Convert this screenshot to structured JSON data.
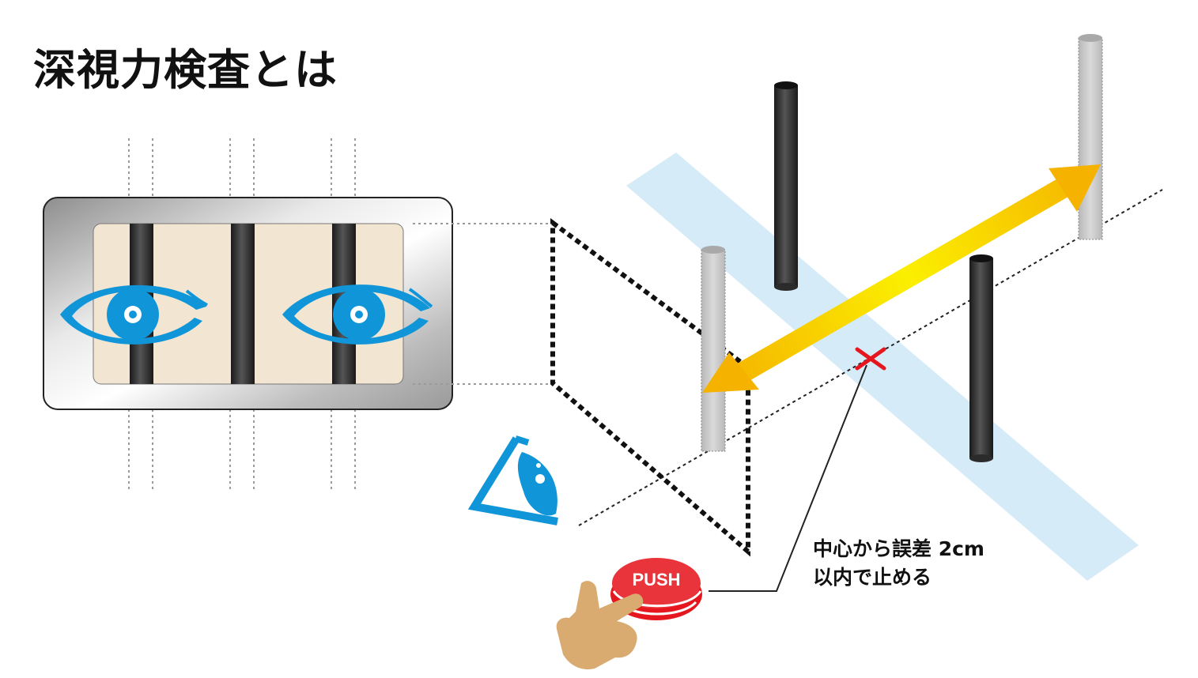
{
  "title": "深視力検査とは",
  "note": {
    "line1": "中心から誤差 2cm",
    "line2": "以内で止める"
  },
  "push_button": {
    "label": "PUSH"
  },
  "colors": {
    "eye_blue": "#1096d8",
    "arrow_yellow": "#f8e800",
    "arrow_orange": "#f5b300",
    "track_blue": "#d6ebf8",
    "mark_red": "#e5161e",
    "button_red": "#e5161e",
    "hand_tan": "#d9ab70",
    "window_beige": "#f2e6d3",
    "pole_dark": "#2b2b2b",
    "pole_gray": "#c9c9c9"
  },
  "icons": [
    "eye-icon",
    "side-eye-icon",
    "hand-icon",
    "cross-mark-icon",
    "push-button-icon"
  ]
}
